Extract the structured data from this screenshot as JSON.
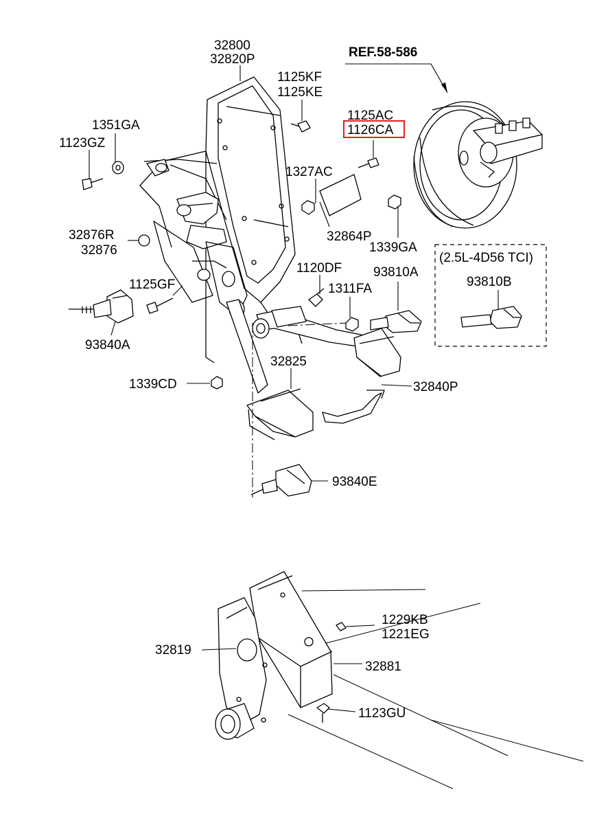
{
  "diagram": {
    "reference": "REF.58-586",
    "variant_box_label": "(2.5L-4D56 TCI)",
    "highlight_color": "#e0201e",
    "highlighted_part": "1126CA",
    "labels": {
      "p32800": "32800",
      "p32820P": "32820P",
      "p1125KF": "1125KF",
      "p1125KE": "1125KE",
      "p1125AC": "1125AC",
      "p1126CA": "1126CA",
      "p1351GA": "1351GA",
      "p1123GZ": "1123GZ",
      "p1327AC": "1327AC",
      "p32864P": "32864P",
      "p1339GA": "1339GA",
      "p32876R": "32876R",
      "p32876": "32876",
      "p1120DF": "1120DF",
      "p93810A": "93810A",
      "p93810B": "93810B",
      "p1125GF": "1125GF",
      "p1311FA": "1311FA",
      "p93840A": "93840A",
      "p32825": "32825",
      "p1339CD": "1339CD",
      "p32840P": "32840P",
      "p93840E": "93840E",
      "p1229KB": "1229KB",
      "p1221EG": "1221EG",
      "p32819": "32819",
      "p32881": "32881",
      "p1123GU": "1123GU"
    }
  }
}
